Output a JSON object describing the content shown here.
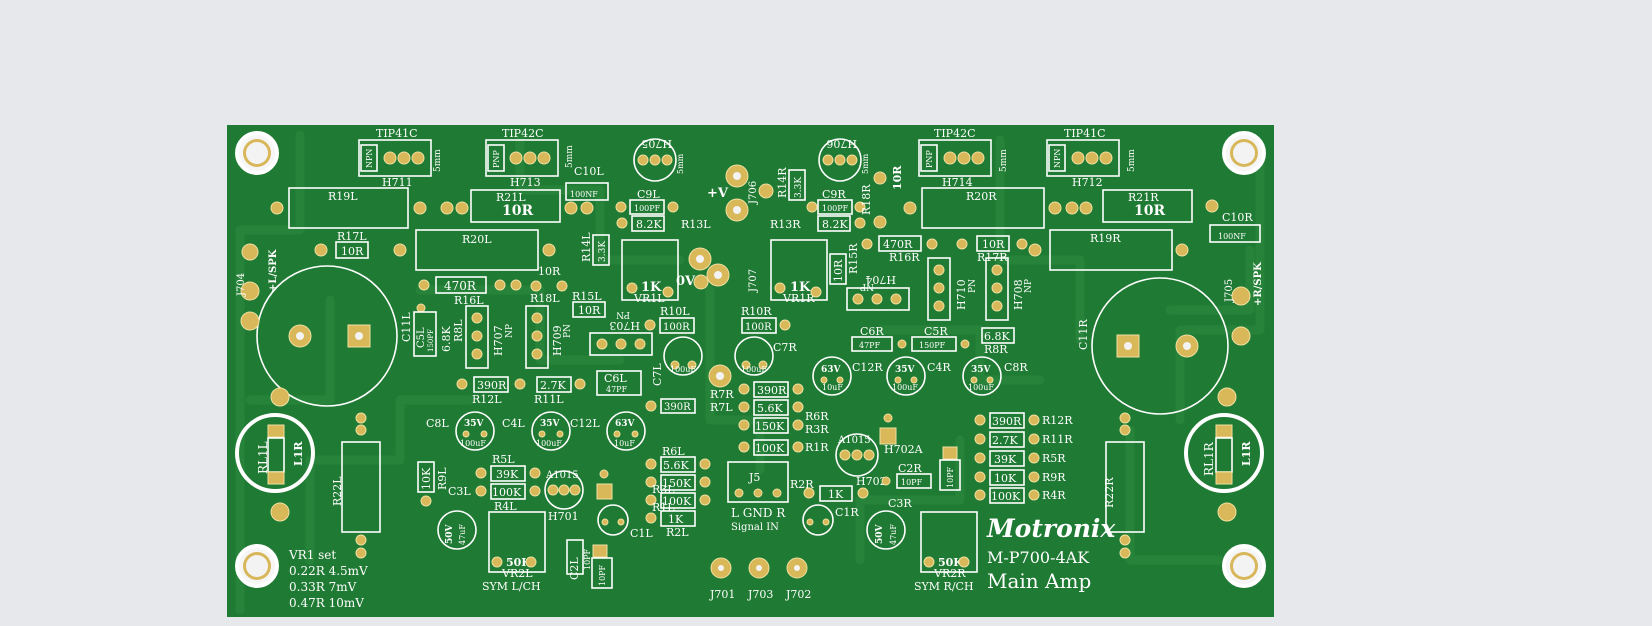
{
  "board": {
    "brand": "Motronix",
    "model": "M-P700-4AK",
    "subtitle": "Main Amp",
    "vr_note": [
      "VR1 set",
      "0.22R 4.5mV",
      "0.33R 7mV",
      "0.47R 10mV"
    ],
    "sym_left": "SYM L/CH",
    "sym_right": "SYM R/CH",
    "signal_in": "Signal IN",
    "lgndr": "L GND R",
    "colors": {
      "board": "#1f7a33",
      "copper_pour": "#2b8a3e",
      "silkscreen": "#ffffff",
      "pad": "#d9b85a",
      "background": "#e6e8eb"
    }
  },
  "transistors": [
    {
      "type": "TIP41C",
      "kind": "NPN",
      "ref": "H711",
      "size": "5mm"
    },
    {
      "type": "TIP42C",
      "kind": "PNP",
      "ref": "H713",
      "size": "5mm"
    },
    {
      "type": "TIP42C",
      "kind": "PNP",
      "ref": "H714",
      "size": "5mm"
    },
    {
      "type": "TIP41C",
      "kind": "NPN",
      "ref": "H712",
      "size": "5mm"
    }
  ],
  "drivers": {
    "left": "H705",
    "right": "H706",
    "size": "5mm"
  },
  "connectors": {
    "j704": "J704",
    "spk_left": "+L/SPK",
    "j705": "J705",
    "spk_right": "+R/SPK",
    "j706": "J706",
    "j707": "J707",
    "j701": "J701",
    "j703": "J703",
    "j702": "J702",
    "j5": "J5",
    "vplus": "+V",
    "zero_v": "0V"
  },
  "labels": {
    "r19l": "R19L",
    "r21l": "R21L",
    "r21l_val": "10R",
    "c10l": "C10L",
    "c10l_val": "100NF",
    "r17l": "R17L",
    "r17l_val": "10R",
    "r20l": "R20L",
    "c9l": "C9L",
    "c9l_val": "100PF",
    "r13l_val": "8.2K",
    "r13l": "R13L",
    "r14l": "R14L",
    "r14l_val": "3.3K",
    "r14r": "R14R",
    "r14r_val": "3.3K",
    "c9r": "C9R",
    "c9r_val": "100PF",
    "r13r_val": "8.2K",
    "r13r": "R13R",
    "r18r": "R18R",
    "r18r_val": "10R",
    "r20r": "R20R",
    "r21r": "R21R",
    "r21r_val": "10R",
    "c10r": "C10R",
    "c10r_val": "100NF",
    "r19r": "R19R",
    "r16r_val": "470R",
    "r16r": "R16R",
    "r17r_val": "10R",
    "r17r": "R17R",
    "r15r": "R15R",
    "r15r_val": "10R",
    "r16l_val": "470R",
    "r16l": "R16L",
    "r18l_val": "10R",
    "r18l": "R18L",
    "r15l": "R15L",
    "r15l_val": "10R",
    "vr1l_val": "1K",
    "vr1l": "VR1L",
    "vr1r_val": "1K",
    "vr1r": "VR1R",
    "c11l": "C11L",
    "c11r": "C11R",
    "c5l": "C5L",
    "c5l_val": "150PF",
    "r8l": "R8L",
    "r8l_val": "6.8K",
    "h707": "H707",
    "h707_kind": "NP",
    "h709": "H709",
    "h709_kind": "PN",
    "h703": "H703",
    "h703_kind": "PN",
    "r10l": "R10L",
    "r10l_val": "100R",
    "r10r": "R10R",
    "r10r_val": "100R",
    "c7l": "C7L",
    "c7l_val": "100uF",
    "c7r": "C7R",
    "c7r_val": "100uF",
    "h704": "H704",
    "h704_kind": "NP",
    "c6r": "C6R",
    "c6r_val": "47PF",
    "c5r": "C5R",
    "c5r_val": "150PF",
    "h710": "H710",
    "h710_kind": "PN",
    "h708": "H708",
    "h708_kind": "NP",
    "r8r_val": "6.8K",
    "r8r": "R8R",
    "r12l_val": "390R",
    "r12l": "R12L",
    "r11l_val": "2.7K",
    "r11l": "R11L",
    "c6l": "C6L",
    "c6l_val": "47PF",
    "c12r_v": "63V",
    "c12r_uf": "10uF",
    "c12r": "C12R",
    "c4r_v": "35V",
    "c4r_uf": "100uF",
    "c4r": "C4R",
    "c8r_v": "35V",
    "c8r_uf": "100uF",
    "c8r": "C8R",
    "r7l_val": "390R",
    "r7r": "R7R",
    "r7l": "R7L",
    "r_col": [
      "390R",
      "5.6K",
      "150K",
      "100K"
    ],
    "r6r": "R6R",
    "r3r": "R3R",
    "r1r": "R1R",
    "a1015r": "A1015",
    "h702a": "H702A",
    "h702": "H702",
    "r12r": "R12R",
    "r11r": "R11R",
    "r5r": "R5R",
    "r9r": "R9R",
    "r4r": "R4R",
    "rr_col": [
      "390R",
      "2.7K",
      "39K",
      "10K",
      "100K"
    ],
    "c8l": "C8L",
    "c8l_v": "35V",
    "c8l_uf": "100uF",
    "c4l": "C4L",
    "c4l_v": "35V",
    "c4l_uf": "100uF",
    "c12l": "C12L",
    "c12l_v": "63V",
    "c12l_uf": "10uF",
    "r6l": "R6L",
    "rl_col": [
      "5.6K",
      "150K",
      "100K",
      "1K"
    ],
    "r3l": "R3L",
    "r1l": "R1L",
    "r2l": "R2L",
    "c1l": "C1L",
    "r5l": "R5L",
    "r5l_val": "39K",
    "r4l_val": "100K",
    "r4l": "R4L",
    "a1015l": "A1015",
    "h701": "H701",
    "r9l": "R9L",
    "r9l_val": "10K",
    "c3l": "C3L",
    "c3l_v": "50V",
    "c3l_uf": "47uF",
    "vr2l_val": "50K",
    "vr2l": "VR2L",
    "c2l": "C2L",
    "c2l_val": "10PF",
    "c2l_extra": "10PF",
    "r2r": "R2R",
    "r2r_val": "1K",
    "c1r": "C1R",
    "c3r": "C3R",
    "c3r_v": "50V",
    "c3r_uf": "47uF",
    "vr2r_val": "50K",
    "vr2r": "VR2R",
    "c2r": "C2R",
    "c2r_val": "10PF",
    "c2r_extra": "10PF",
    "r22l": "R22L",
    "r22r": "R22R",
    "rl1l": "RL1L",
    "l1r_l": "L1R",
    "rl1r": "RL1R",
    "l1r_r": "L1R"
  }
}
